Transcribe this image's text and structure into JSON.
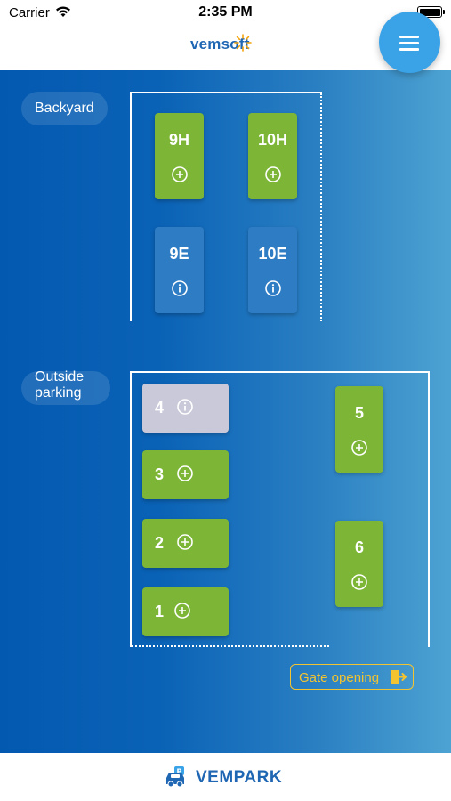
{
  "status_bar": {
    "carrier": "Carrier",
    "time": "2:35 PM"
  },
  "header": {
    "logo_text": "vemsoft",
    "menu_icon": "hamburger-menu-icon"
  },
  "areas": {
    "backyard": {
      "label": "Backyard",
      "spots": [
        {
          "id": "9H",
          "status": "available",
          "action_icon": "plus-circle-icon"
        },
        {
          "id": "10H",
          "status": "available",
          "action_icon": "plus-circle-icon"
        },
        {
          "id": "9E",
          "status": "info",
          "action_icon": "info-circle-icon"
        },
        {
          "id": "10E",
          "status": "info",
          "action_icon": "info-circle-icon"
        }
      ]
    },
    "outside": {
      "label_line1": "Outside",
      "label_line2": "parking",
      "spots": [
        {
          "id": "4",
          "status": "occupied",
          "action_icon": "info-circle-icon"
        },
        {
          "id": "3",
          "status": "available",
          "action_icon": "plus-circle-icon"
        },
        {
          "id": "2",
          "status": "available",
          "action_icon": "plus-circle-icon"
        },
        {
          "id": "1",
          "status": "available",
          "action_icon": "plus-circle-icon"
        },
        {
          "id": "5",
          "status": "available",
          "action_icon": "plus-circle-icon"
        },
        {
          "id": "6",
          "status": "available",
          "action_icon": "plus-circle-icon"
        }
      ]
    }
  },
  "gate_button": {
    "label": "Gate opening",
    "icon": "exit-door-icon"
  },
  "footer": {
    "brand": "VEMPARK",
    "icon": "parking-car-icon"
  },
  "colors": {
    "available": "#7db637",
    "info": "#2e7cc4",
    "occupied": "#c9c9d9",
    "accent": "#f4c430",
    "brand": "#1f66b3",
    "fab": "#3aa3e8"
  }
}
